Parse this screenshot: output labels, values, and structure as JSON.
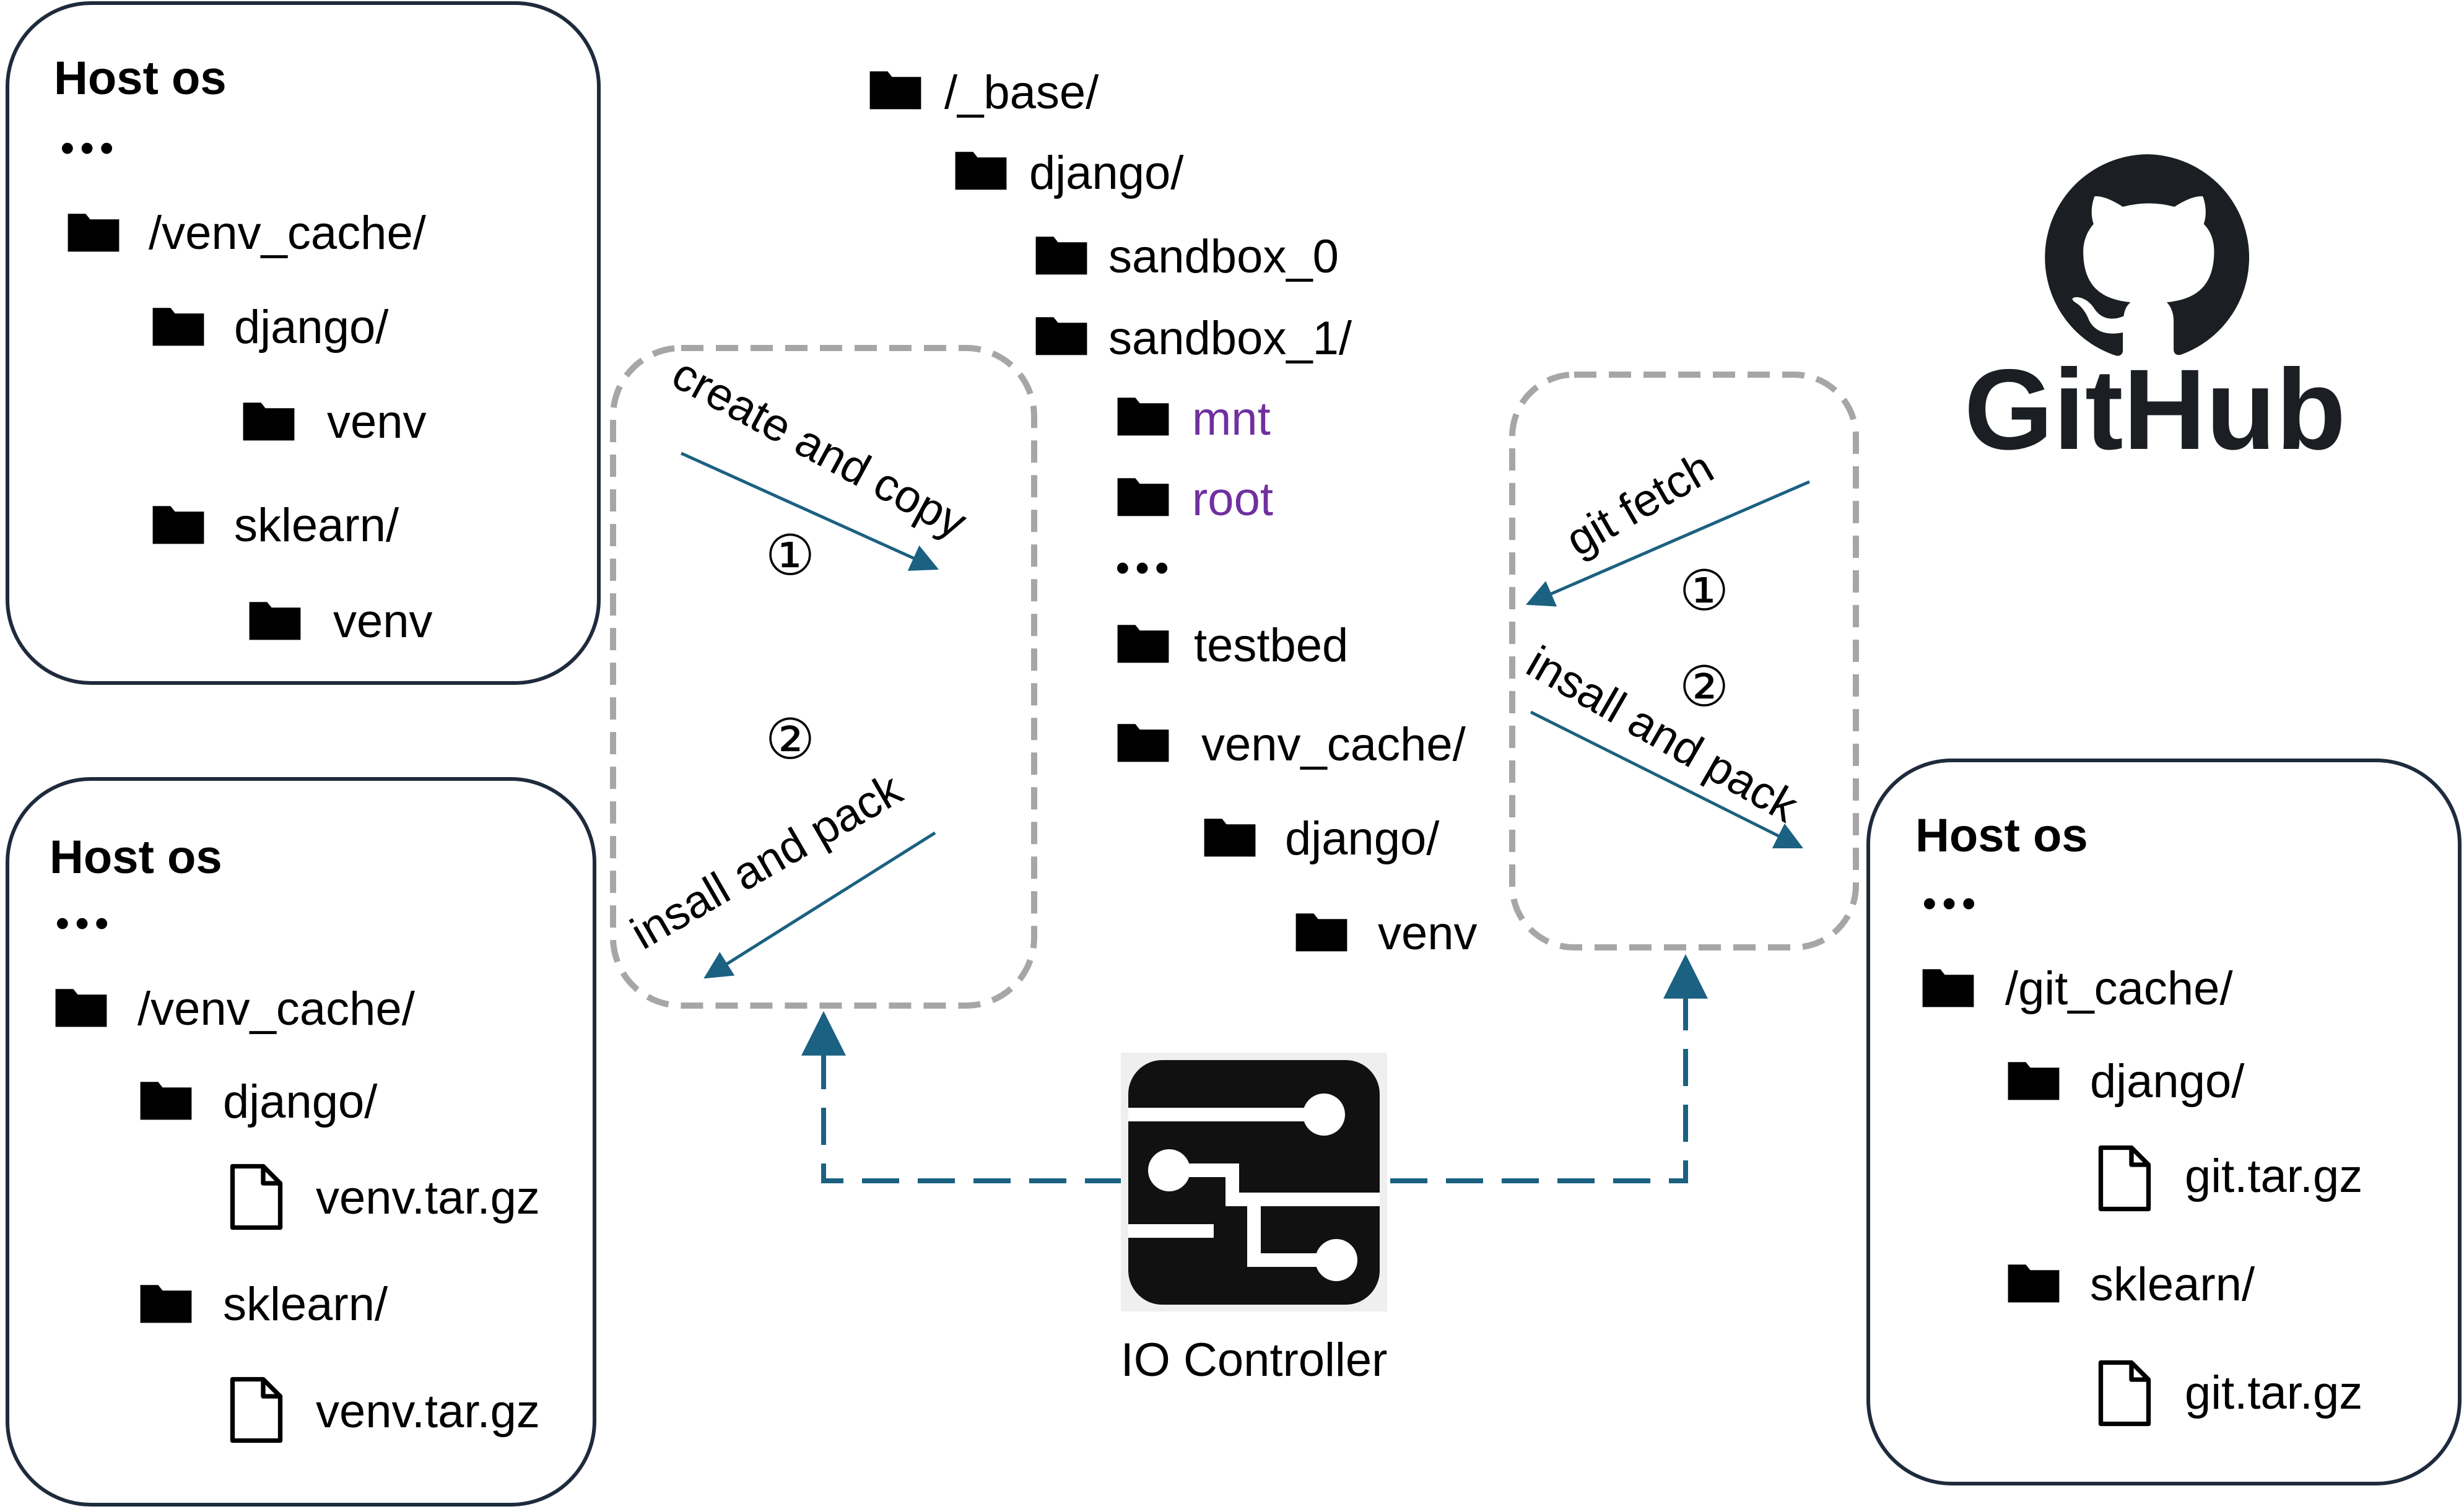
{
  "colors": {
    "host_title": "#3e4eb8",
    "purple_dir": "#7030a0",
    "arrow": "#1b6181",
    "dashed_box": "#a6a6a6",
    "panel_border": "#1e2b3c"
  },
  "host_top_left": {
    "title": "Host os",
    "ellipsis": "•••",
    "items": [
      "/venv_cache/",
      "django/",
      "venv",
      "sklearn/",
      "venv"
    ]
  },
  "host_bottom_left": {
    "title": "Host os",
    "ellipsis": "•••",
    "items": [
      "/venv_cache/",
      "django/",
      "venv.tar.gz",
      "sklearn/",
      "venv.tar.gz"
    ]
  },
  "host_right": {
    "title": "Host os",
    "ellipsis": "•••",
    "items": [
      "/git_cache/",
      "django/",
      "git.tar.gz",
      "sklearn/",
      "git.tar.gz"
    ]
  },
  "center_tree": {
    "items": [
      "/_base/",
      "django/",
      "sandbox_0",
      "sandbox_1/",
      "mnt",
      "root",
      "testbed",
      "venv_cache/",
      "django/",
      "venv"
    ],
    "ellipsis": "•••"
  },
  "left_flow": {
    "step1_label": "create and copy",
    "step1_num": "①",
    "step2_label": "insall and pack",
    "step2_num": "②"
  },
  "right_flow": {
    "step1_label": "git fetch",
    "step1_num": "①",
    "step2_label": "insall and pack",
    "step2_num": "②"
  },
  "io_controller": {
    "label": "IO Controller",
    "icon": "circuit-icon"
  },
  "github": {
    "label": "GitHub",
    "icon": "github-octocat-icon"
  }
}
